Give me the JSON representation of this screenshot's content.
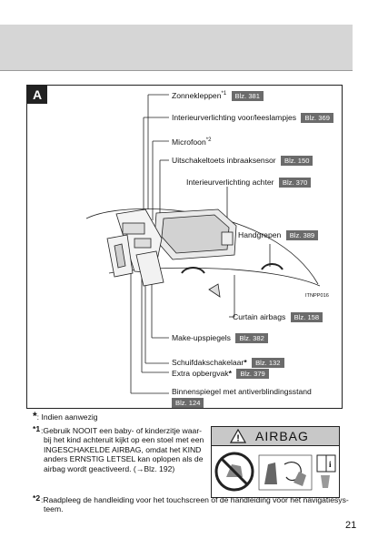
{
  "section": "A",
  "labels": {
    "sun_visors": "Zonnekleppen",
    "sun_visors_sup": "*1",
    "sun_visors_ref": "Blz. 381",
    "interior_front": "Interieurverlichting voor/leeslampjes",
    "interior_front_ref": "Blz. 369",
    "microphone": "Microfoon",
    "microphone_sup": "*2",
    "intrusion_switch": "Uitschakeltoets inbraaksensor",
    "intrusion_switch_ref": "Blz. 150",
    "interior_rear": "Interieurverlichting achter",
    "interior_rear_ref": "Blz. 370",
    "grab_handles": "Handgrepen",
    "grab_handles_ref": "Blz. 389",
    "image_code": "ITNPP016",
    "curtain_airbags": "Curtain airbags",
    "curtain_airbags_ref": "Blz. 158",
    "vanity_mirrors": "Make-upspiegels",
    "vanity_mirrors_ref": "Blz. 382",
    "sunroof_switch": "Schuifdakschakelaar",
    "sunroof_switch_mark": "*",
    "sunroof_switch_ref": "Blz. 132",
    "extra_storage": "Extra opbergvak",
    "extra_storage_mark": "*",
    "extra_storage_ref": "Blz. 379",
    "mirror_line1": "Binnenspiegel met antiverblindingsstand",
    "mirror_ref": "Blz. 124"
  },
  "notes": {
    "star_sym": "*",
    "star_text": ": Indien aanwezig",
    "n1_sym": "*1",
    "n1_lines": [
      ":Gebruik NOOIT een baby- of kinderzitje waar-",
      "bij het kind achteruit kijkt op een stoel met een",
      "INGESCHAKELDE AIRBAG, omdat het KIND",
      "anders ERNSTIG LETSEL kan oplopen als de",
      "airbag wordt geactiveerd. (→Blz. 192)"
    ],
    "n2_sym": "*2",
    "n2_lines": [
      ":Raadpleeg de handleiding voor het touchscreen of de handleiding voor het navigatiesys-",
      "teem."
    ]
  },
  "airbag": {
    "title": "AIRBAG",
    "warning_symbol": "!"
  },
  "page_number": "21"
}
